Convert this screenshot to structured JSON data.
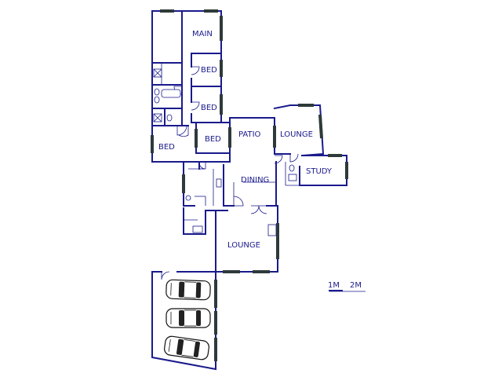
{
  "rooms": {
    "main": "MAIN",
    "bed_1": "BED",
    "bed_2": "BED",
    "bed_3": "BED",
    "bed_4": "BED",
    "patio": "PATIO",
    "lounge_upper": "LOUNGE",
    "study": "STUDY",
    "dining": "DINING",
    "lounge_lower": "LOUNGE"
  },
  "scale": {
    "mark_1": "1M",
    "mark_2": "2M"
  },
  "colors": {
    "wall": "#1a1a8c",
    "window": "#2e3a3a",
    "car": "#111111"
  }
}
